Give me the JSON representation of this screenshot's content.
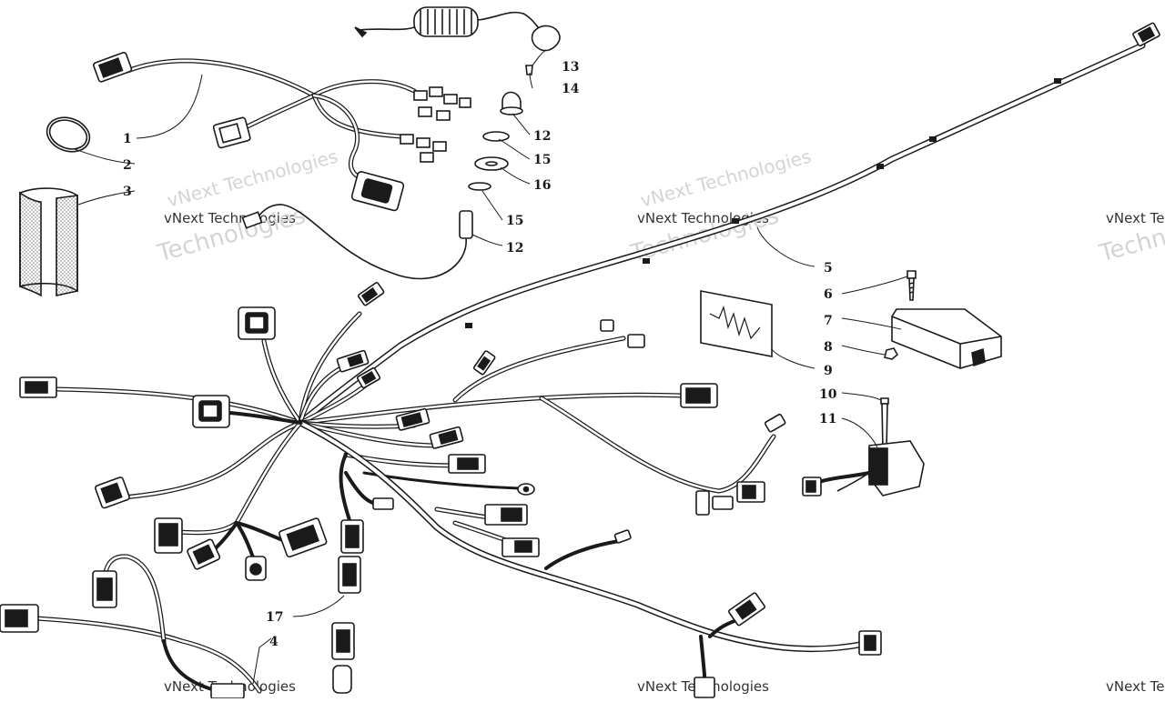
{
  "diagram": {
    "callouts": [
      {
        "id": "c1",
        "label": "1"
      },
      {
        "id": "c2",
        "label": "2"
      },
      {
        "id": "c3",
        "label": "3"
      },
      {
        "id": "c4",
        "label": "4"
      },
      {
        "id": "c5",
        "label": "5"
      },
      {
        "id": "c6",
        "label": "6"
      },
      {
        "id": "c7",
        "label": "7"
      },
      {
        "id": "c8",
        "label": "8"
      },
      {
        "id": "c9",
        "label": "9"
      },
      {
        "id": "c10",
        "label": "10"
      },
      {
        "id": "c11",
        "label": "11"
      },
      {
        "id": "c12a",
        "label": "12"
      },
      {
        "id": "c12b",
        "label": "12"
      },
      {
        "id": "c13",
        "label": "13"
      },
      {
        "id": "c14",
        "label": "14"
      },
      {
        "id": "c15a",
        "label": "15"
      },
      {
        "id": "c15b",
        "label": "15"
      },
      {
        "id": "c16",
        "label": "16"
      },
      {
        "id": "c17",
        "label": "17"
      }
    ],
    "watermark": {
      "line1": "vNext Technologies",
      "line2": "Technologies"
    },
    "colors": {
      "ink": "#1a1a1a",
      "watermark": "#c8c8c8",
      "wire_fill": "#ffffff"
    }
  }
}
